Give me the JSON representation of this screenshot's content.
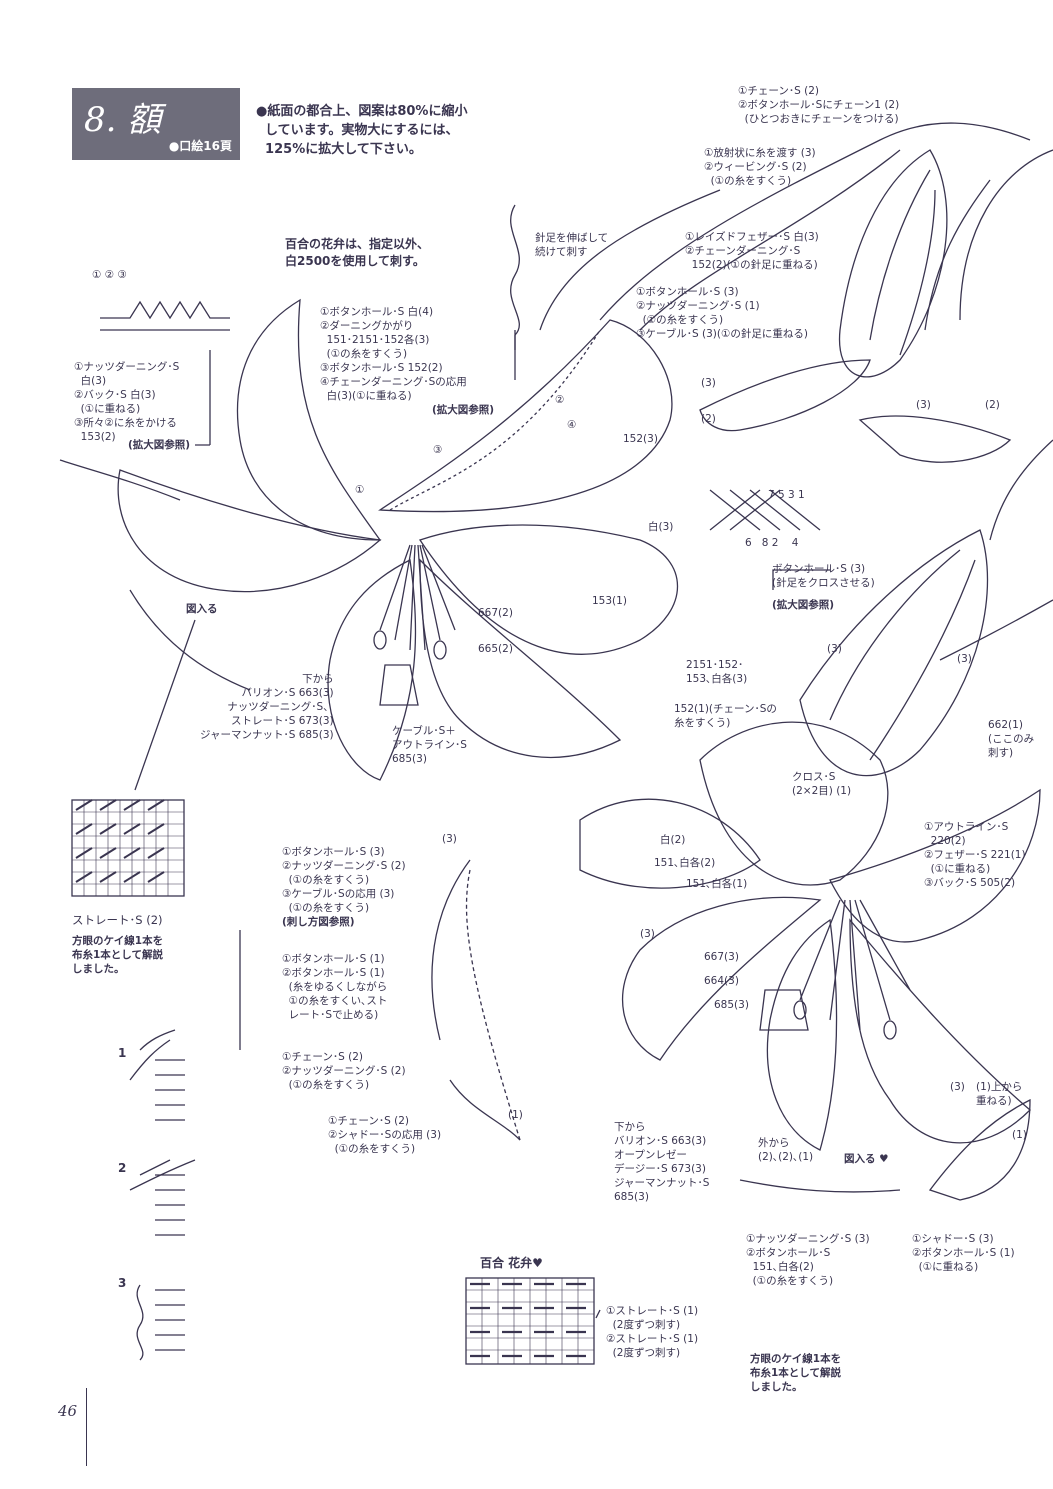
{
  "header": {
    "title": "8. 額",
    "subtitle": "●口絵16頁",
    "note": "●紙面の都合上、図案は80%に縮小\n  しています。実物大にするには、\n  125%に拡大して下さい。"
  },
  "lily_note": "百合の花弁は、指定以外、\n白2500を使用して刺す。",
  "labels": {
    "leftA_nums": "① ② ③",
    "leftA": "①ナッツダーニング･S\n  白(3)\n②バック･S 白(3)\n  (①に重ねる)\n③所々②に糸をかける\n  153(2)",
    "leftA_ref": "(拡大図参照)",
    "petal1": "①ボタンホール･S 白(4)\n②ダーニングかがり\n  151･2151･152各(3)\n  (①の糸をすくう)\n③ボタンホール･S 152(2)\n④チェーンダーニング･Sの応用\n  白(3)(①に重ねる)",
    "petal1_ref": "(拡大図参照)",
    "needle_note": "針足を伸ばして\n続けて刺す",
    "c_1": "①",
    "c_2": "②",
    "c_3": "③",
    "c_4": "④",
    "p152_3": "152(3)",
    "w3": "白(3)",
    "p153_1": "153(1)",
    "p667_2": "667(2)",
    "p665_2": "665(2)",
    "zuiru1": "図入る",
    "bottom_left_stamen": "下から\nバリオン･S 663(3)\nナッツダーニング･S、\nストレート･S 673(3)\nジャーマンナット･S 685(3)",
    "cable": "ケーブル･S＋\nアウトライン･S\n685(3)",
    "straight_s2": "ストレート･S (2)",
    "grid_note1": "方眼のケイ線1本を\n布糸1本として解説\nしました。",
    "top_right1": "①チェーン･S (2)\n②ボタンホール･Sにチェーン1 (2)\n  (ひとつおきにチェーンをつける)",
    "top_right2": "①放射状に糸を渡す (3)\n②ウィービング･S (2)\n  (①の糸をすくう)",
    "top_right3": "①レイズドフェザー･S 白(3)\n②チェーンダーニング･S\n  152(2)(①の針足に重ねる)",
    "top_right4": "①ボタンホール･S (3)\n②ナッツダーニング･S (1)\n  (①の糸をすくう)\n③ケーブル･S (3)(①の針足に重ねる)",
    "r3a": "(3)",
    "r2a": "(2)",
    "r3b": "(3)",
    "r2b": "(2)",
    "cross_nums_top": "7 5 3 1",
    "cross_nums_bottom": "6   8 2    4",
    "buttonhole_cross": "ボタンホール･S (3)\n(針足をクロスさせる)",
    "buttonhole_cross_ref": "(拡大図参照)",
    "r3c": "(3)",
    "r3d": "(3)",
    "mid_2151": "2151･152･\n153､白各(3)",
    "mid_152": "152(1)(チェーン･Sの\n糸をすくう)",
    "r662": "662(1)\n(ここのみ\n刺す)",
    "cross_s": "クロス･S\n(2×2目) (1)",
    "outline": "①アウトライン･S\n  220(2)\n②フェザー･S 221(1)\n  (①に重ねる)\n③バック･S 505(2)",
    "w2": "白(2)",
    "w151_2": "151､白各(2)",
    "w151_1": "151､白各(1)",
    "c3_left": "(3)",
    "c3_mid": "(3)",
    "middle_left": "①ボタンホール･S (3)\n②ナッツダーニング･S (2)\n  (①の糸をすくう)\n③ケーブル･Sの応用 (3)\n  (①の糸をすくう)",
    "middle_left_ref": "(刺し方図参照)",
    "middle_left2": "①ボタンホール･S (1)\n②ボタンホール･S (1)\n  (糸をゆるくしながら\n  ①の糸をすくい､スト\n  レート･Sで止める)",
    "middle_left3": "①チェーン･S (2)\n②ナッツダーニング･S (2)\n  (①の糸をすくう)",
    "middle_left4": "①チェーン･S (2)\n②シャドー･Sの応用 (3)\n  (①の糸をすくう)",
    "c1_small": "(1)",
    "p667_3": "667(3)",
    "p664_3": "664(3)",
    "p685_3": "685(3)",
    "bottom_stamen": "下から\nバリオン･S 663(3)\nオープンレゼー\nデージー･S 673(3)\nジャーマンナット･S\n685(3)",
    "outside": "外から\n(2)､(2)､(1)",
    "zuiru2": "図入る ♥",
    "bottom_right1": "①ナッツダーニング･S (3)\n②ボタンホール･S\n  151､白各(2)\n  (①の糸をすくう)",
    "bottom_right2": "①シャドー･S (3)\n②ボタンホール･S (1)\n  (①に重ねる)",
    "r3e": "(3)",
    "r1_above": "(1)上から\n重ねる)",
    "r1b": "(1)",
    "yuri_title": "百合 花弁♥",
    "yuri_steps": "①ストレート･S (1)\n  (2度ずつ刺す)\n②ストレート･S (1)\n  (2度ずつ刺す)",
    "grid_note2": "方眼のケイ線1本を\n布糸1本として解説\nしました。",
    "step1": "1",
    "step2": "2",
    "step3": "3"
  },
  "page_number": "46"
}
